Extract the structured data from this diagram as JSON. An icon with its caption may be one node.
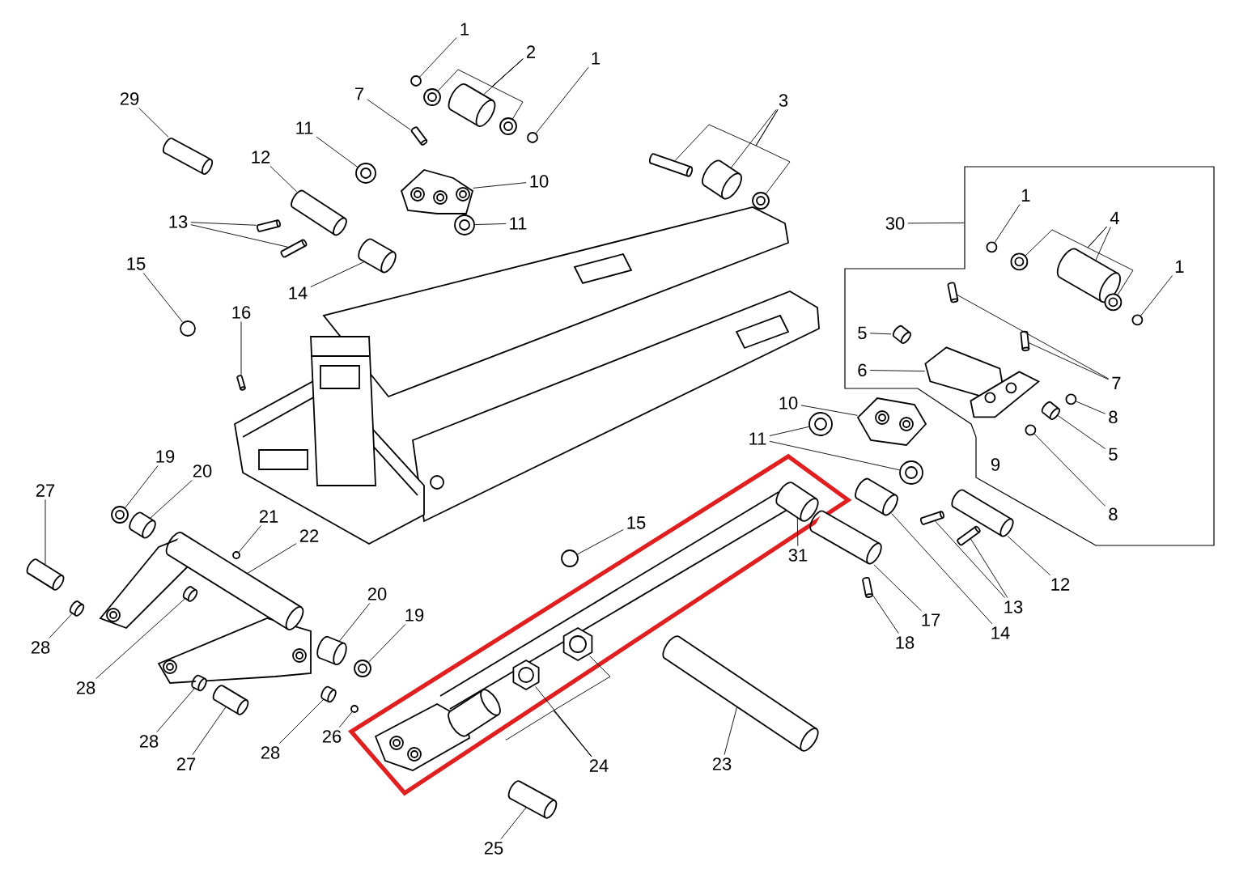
{
  "diagram": {
    "nodes": [
      {
        "text": [
          "1"
        ]
      },
      {
        "text": [
          "2"
        ]
      },
      {
        "text": [
          "1"
        ]
      },
      {
        "text": [
          "29"
        ]
      },
      {
        "text": [
          "7"
        ]
      },
      {
        "text": [
          "11"
        ]
      },
      {
        "text": [
          "12"
        ]
      },
      {
        "text": [
          "10"
        ]
      },
      {
        "text": [
          "13"
        ]
      },
      {
        "text": [
          "11"
        ]
      },
      {
        "text": [
          "14"
        ]
      },
      {
        "text": [
          "15"
        ]
      },
      {
        "text": [
          "16"
        ]
      },
      {
        "text": [
          "3"
        ]
      },
      {
        "text": [
          "30"
        ]
      },
      {
        "text": [],
        "shape": "box"
      },
      {
        "text": [
          "1"
        ],
        "in": 15
      },
      {
        "text": [
          "4"
        ],
        "in": 15
      },
      {
        "text": [
          "1"
        ],
        "in": 15
      },
      {
        "text": [
          "5"
        ],
        "in": 15
      },
      {
        "text": [
          "6"
        ],
        "in": 15
      },
      {
        "text": [
          "7"
        ],
        "in": 15
      },
      {
        "text": [
          "10"
        ]
      },
      {
        "text": [
          "11"
        ]
      },
      {
        "text": [
          "8"
        ],
        "in": 15
      },
      {
        "text": [
          "5"
        ],
        "in": 15
      },
      {
        "text": [
          "8"
        ],
        "in": 15
      },
      {
        "text": [
          "15"
        ]
      },
      {
        "text": [
          "31"
        ]
      },
      {
        "text": [
          "12"
        ]
      },
      {
        "text": [
          "13"
        ]
      },
      {
        "text": [
          "17"
        ]
      },
      {
        "text": [
          "14"
        ]
      },
      {
        "text": [
          "18"
        ]
      },
      {
        "text": [
          "23"
        ]
      },
      {
        "text": [
          "27"
        ]
      },
      {
        "text": [
          "19"
        ]
      },
      {
        "text": [
          "20"
        ]
      },
      {
        "text": [
          "21"
        ]
      },
      {
        "text": [
          "22"
        ]
      },
      {
        "text": [
          "28"
        ]
      },
      {
        "text": [
          "28"
        ]
      },
      {
        "text": [
          "20"
        ]
      },
      {
        "text": [
          "19"
        ]
      },
      {
        "text": [
          "28"
        ]
      },
      {
        "text": [
          "27"
        ]
      },
      {
        "text": [
          "28"
        ]
      },
      {
        "text": [
          "26"
        ]
      },
      {
        "text": [
          "24"
        ]
      },
      {
        "text": [
          "25"
        ]
      },
      {
        "text": [],
        "shape": "circle"
      },
      {
        "text": [],
        "shape": "cylinder"
      },
      {
        "text": [],
        "shape": "circle"
      },
      {
        "text": [],
        "shape": "circle"
      },
      {
        "text": [],
        "shape": "circle"
      },
      {
        "text": [],
        "shape": "cylinder"
      },
      {
        "text": [],
        "shape": "cylinder"
      },
      {
        "text": [],
        "shape": "circle"
      },
      {
        "text": [],
        "shape": "cylinder"
      },
      {
        "text": [],
        "shape": "picture"
      },
      {
        "text": [],
        "shape": "cylinder"
      },
      {
        "text": [],
        "shape": "cylinder"
      },
      {
        "text": [],
        "shape": "circle"
      },
      {
        "text": [],
        "shape": "cylinder"
      },
      {
        "text": [],
        "shape": "circle"
      },
      {
        "text": [],
        "shape": "cylinder"
      },
      {
        "text": [],
        "shape": "cylinder"
      },
      {
        "text": [],
        "shape": "cylinder"
      },
      {
        "text": [],
        "shape": "circle"
      },
      {
        "text": [],
        "shape": "circle",
        "in": 15
      },
      {
        "text": [],
        "shape": "cylinder",
        "in": 15
      },
      {
        "text": [],
        "shape": "circle",
        "in": 15
      },
      {
        "text": [],
        "shape": "circle",
        "in": 15
      },
      {
        "text": [],
        "shape": "circle",
        "in": 15
      },
      {
        "text": [],
        "shape": "cylinder",
        "in": 15
      },
      {
        "text": [],
        "shape": "picture",
        "in": 15
      },
      {
        "text": [],
        "shape": "cylinder",
        "in": 15
      },
      {
        "text": [],
        "shape": "cylinder",
        "in": 15
      },
      {
        "text": [],
        "shape": "picture"
      },
      {
        "text": [],
        "shape": "circle"
      },
      {
        "text": [],
        "shape": "circle"
      },
      {
        "text": [],
        "shape": "circle",
        "in": 15
      },
      {
        "text": [],
        "shape": "cylinder",
        "in": 15
      },
      {
        "text": [],
        "shape": "circle",
        "in": 15
      },
      {
        "text": [],
        "shape": "circle"
      },
      {
        "text": [],
        "shape": "cylinder"
      },
      {
        "text": [],
        "shape": "cylinder"
      },
      {
        "text": [],
        "shape": "cylinder"
      },
      {
        "text": [],
        "shape": "cylinder"
      },
      {
        "text": [],
        "shape": "cylinder"
      },
      {
        "text": [],
        "shape": "cylinder"
      },
      {
        "text": [],
        "shape": "cylinder"
      },
      {
        "text": [],
        "shape": "cylinder"
      },
      {
        "text": [],
        "shape": "cylinder"
      },
      {
        "text": [],
        "shape": "circle"
      },
      {
        "text": [],
        "shape": "cylinder"
      },
      {
        "text": [],
        "shape": "circle"
      },
      {
        "text": [],
        "shape": "cylinder"
      },
      {
        "text": [],
        "shape": "cylinder"
      },
      {
        "text": [],
        "shape": "cylinder"
      },
      {
        "text": [],
        "shape": "cylinder"
      },
      {
        "text": [],
        "shape": "circle"
      },
      {
        "text": [],
        "shape": "cylinder"
      },
      {
        "text": [],
        "shape": "cylinder"
      },
      {
        "text": [],
        "shape": "cylinder"
      },
      {
        "text": [],
        "shape": "circle"
      },
      {
        "text": [],
        "shape": "hexagon"
      },
      {
        "text": [],
        "shape": "hexagon"
      },
      {
        "text": [],
        "shape": "picture"
      },
      {
        "text": [],
        "shape": "cylinder"
      },
      {
        "text": [],
        "shape": "picture",
        "in": 15
      }
    ],
    "edges": [
      {
        "from": 0,
        "to": 50,
        "arrow": "none"
      },
      {
        "from": 1,
        "to": 51,
        "arrow": "none"
      },
      {
        "from": 1,
        "to": 52,
        "arrow": "none"
      },
      {
        "from": 1,
        "to": 53,
        "arrow": "none"
      },
      {
        "from": 2,
        "to": 54,
        "arrow": "none"
      },
      {
        "from": 3,
        "to": 55,
        "arrow": "none"
      },
      {
        "from": 4,
        "to": 56,
        "arrow": "none"
      },
      {
        "from": 5,
        "to": 57,
        "arrow": "none"
      },
      {
        "from": 6,
        "to": 58,
        "arrow": "none"
      },
      {
        "from": 7,
        "to": 59,
        "arrow": "none"
      },
      {
        "from": 8,
        "to": 60,
        "arrow": "none"
      },
      {
        "from": 8,
        "to": 61,
        "arrow": "none"
      },
      {
        "from": 9,
        "to": 62,
        "arrow": "none"
      },
      {
        "from": 10,
        "to": 63,
        "arrow": "none"
      },
      {
        "from": 11,
        "to": 64,
        "arrow": "none"
      },
      {
        "from": 12,
        "to": 65,
        "arrow": "none"
      },
      {
        "from": 13,
        "to": 66,
        "arrow": "none"
      },
      {
        "from": 13,
        "to": 67,
        "arrow": "none"
      },
      {
        "from": 13,
        "to": 68,
        "arrow": "none"
      },
      {
        "from": 14,
        "to": 15,
        "arrow": "none"
      },
      {
        "from": 16,
        "to": 69,
        "arrow": "none"
      },
      {
        "from": 17,
        "to": 70,
        "arrow": "none"
      },
      {
        "from": 17,
        "to": 71,
        "arrow": "none"
      },
      {
        "from": 17,
        "to": 72,
        "arrow": "none"
      },
      {
        "from": 18,
        "to": 73,
        "arrow": "none"
      },
      {
        "from": 19,
        "to": 74,
        "arrow": "none"
      },
      {
        "from": 20,
        "to": 75,
        "arrow": "none"
      },
      {
        "from": 21,
        "to": 76,
        "arrow": "none"
      },
      {
        "from": 21,
        "to": 77,
        "arrow": "none"
      },
      {
        "from": 22,
        "to": 78,
        "arrow": "none"
      },
      {
        "from": 23,
        "to": 79,
        "arrow": "none"
      },
      {
        "from": 23,
        "to": 80,
        "arrow": "none"
      },
      {
        "from": 24,
        "to": 81,
        "arrow": "none"
      },
      {
        "from": 25,
        "to": 82,
        "arrow": "none"
      },
      {
        "from": 26,
        "to": 83,
        "arrow": "none"
      },
      {
        "from": 27,
        "to": 84,
        "arrow": "none"
      },
      {
        "from": 28,
        "to": 85,
        "arrow": "none"
      },
      {
        "from": 29,
        "to": 86,
        "arrow": "none"
      },
      {
        "from": 30,
        "to": 87,
        "arrow": "none"
      },
      {
        "from": 30,
        "to": 88,
        "arrow": "none"
      },
      {
        "from": 31,
        "to": 89,
        "arrow": "none"
      },
      {
        "from": 32,
        "to": 90,
        "arrow": "none"
      },
      {
        "from": 33,
        "to": 91,
        "arrow": "none"
      },
      {
        "from": 34,
        "to": 92,
        "arrow": "none"
      },
      {
        "from": 35,
        "to": 93,
        "arrow": "none"
      },
      {
        "from": 36,
        "to": 94,
        "arrow": "none"
      },
      {
        "from": 37,
        "to": 95,
        "arrow": "none"
      },
      {
        "from": 38,
        "to": 96,
        "arrow": "none"
      },
      {
        "from": 39,
        "to": 97,
        "arrow": "none"
      },
      {
        "from": 40,
        "to": 98,
        "arrow": "none"
      },
      {
        "from": 41,
        "to": 99,
        "arrow": "none"
      },
      {
        "from": 42,
        "to": 100,
        "arrow": "none"
      },
      {
        "from": 43,
        "to": 101,
        "arrow": "none"
      },
      {
        "from": 44,
        "to": 102,
        "arrow": "none"
      },
      {
        "from": 45,
        "to": 103,
        "arrow": "none"
      },
      {
        "from": 46,
        "to": 104,
        "arrow": "none"
      },
      {
        "from": 47,
        "to": 105,
        "arrow": "none"
      },
      {
        "from": 48,
        "to": 106,
        "arrow": "none"
      },
      {
        "from": 48,
        "to": 107,
        "arrow": "none"
      },
      {
        "from": 48,
        "to": 108,
        "arrow": "none"
      },
      {
        "from": 49,
        "to": 109,
        "arrow": "none"
      }
    ],
    "labels": [
      "9"
    ]
  }
}
